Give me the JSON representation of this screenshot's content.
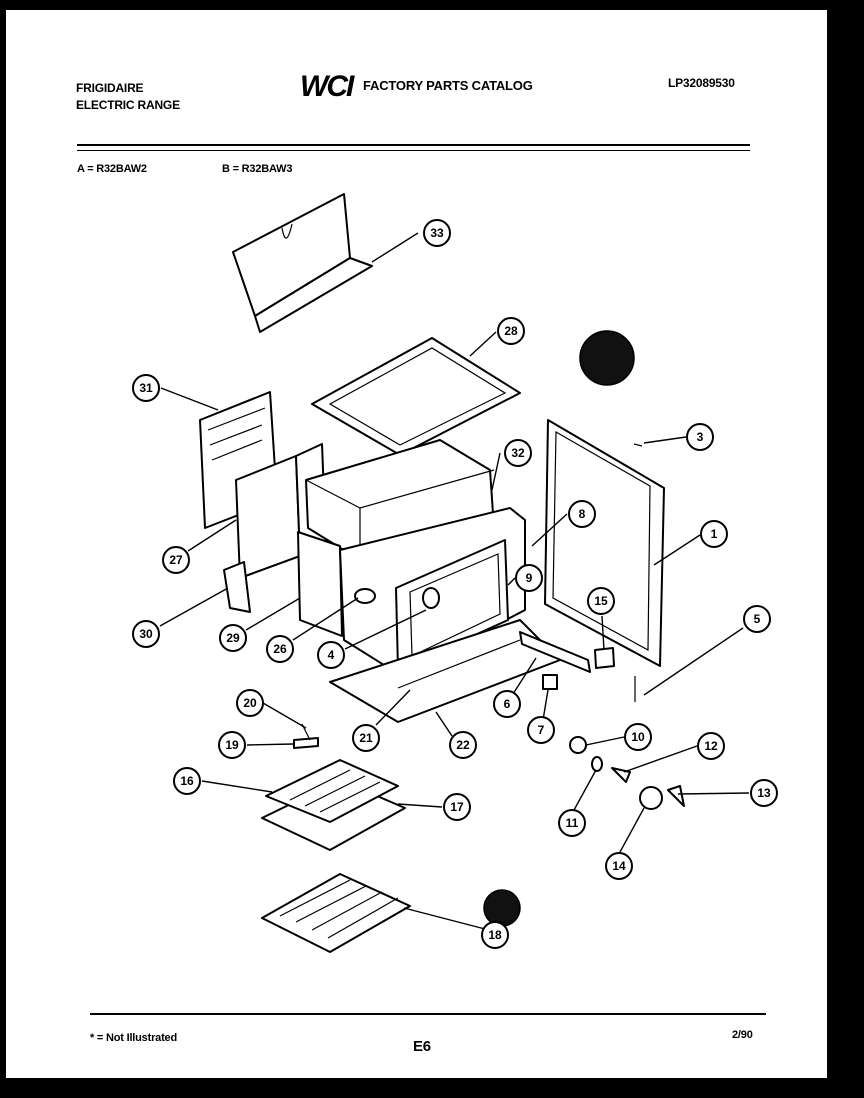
{
  "header": {
    "brand": "FRIGIDAIRE",
    "product": "ELECTRIC RANGE",
    "logo_text": "WCI",
    "catalog_title": "FACTORY PARTS CATALOG",
    "catalog_number": "LP32089530"
  },
  "models": {
    "a": "A = R32BAW2",
    "b": "B = R32BAW3"
  },
  "callouts": [
    "33",
    "28",
    "31",
    "3",
    "32",
    "8",
    "1",
    "27",
    "9",
    "15",
    "5",
    "30",
    "29",
    "26",
    "4",
    "6",
    "7",
    "20",
    "21",
    "22",
    "10",
    "12",
    "19",
    "16",
    "17",
    "13",
    "11",
    "14",
    "18"
  ],
  "footer": {
    "note": "* = Not Illustrated",
    "page": "E6",
    "date": "2/90"
  }
}
